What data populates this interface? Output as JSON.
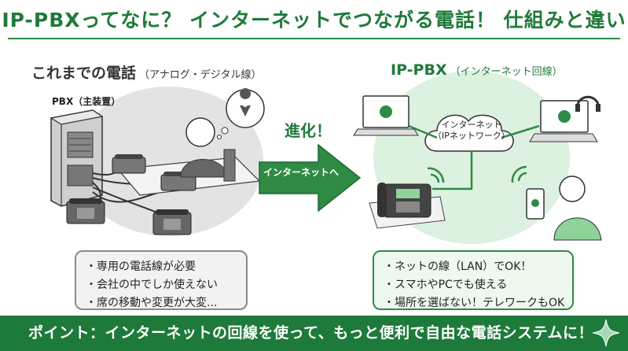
{
  "title": "IP-PBXってなに？ インターネットでつながる電話！ 仕組みと違い",
  "left": {
    "heading": "これまでの電話",
    "subheading": "（アナログ・デジタル線）",
    "pbx_label": "PBX（主装置）",
    "points": [
      "専用の電話線が必要",
      "会社の中でしか使えない",
      "席の移動や変更が大変..."
    ]
  },
  "middle": {
    "evolve_text": "進化！",
    "arrow_text": "インターネットへ"
  },
  "right": {
    "heading": "IP-PBX",
    "subheading": "（インターネット回線）",
    "cloud_line1": "インターネット",
    "cloud_line2": "（IPネットワーク）",
    "points": [
      "ネットの線（LAN）でOK！",
      "スマホやPCでも使える",
      "場所を選ばない！テレワークもOK"
    ]
  },
  "banner": "ポイント：インターネットの回線を使って、もっと便利で自由な電話システムに！",
  "colors": {
    "accent": "#1f7a3a",
    "banner_bg": "#1e7a3a",
    "right_bg": "#dff3e2",
    "left_bg": "#e6e6e6"
  }
}
